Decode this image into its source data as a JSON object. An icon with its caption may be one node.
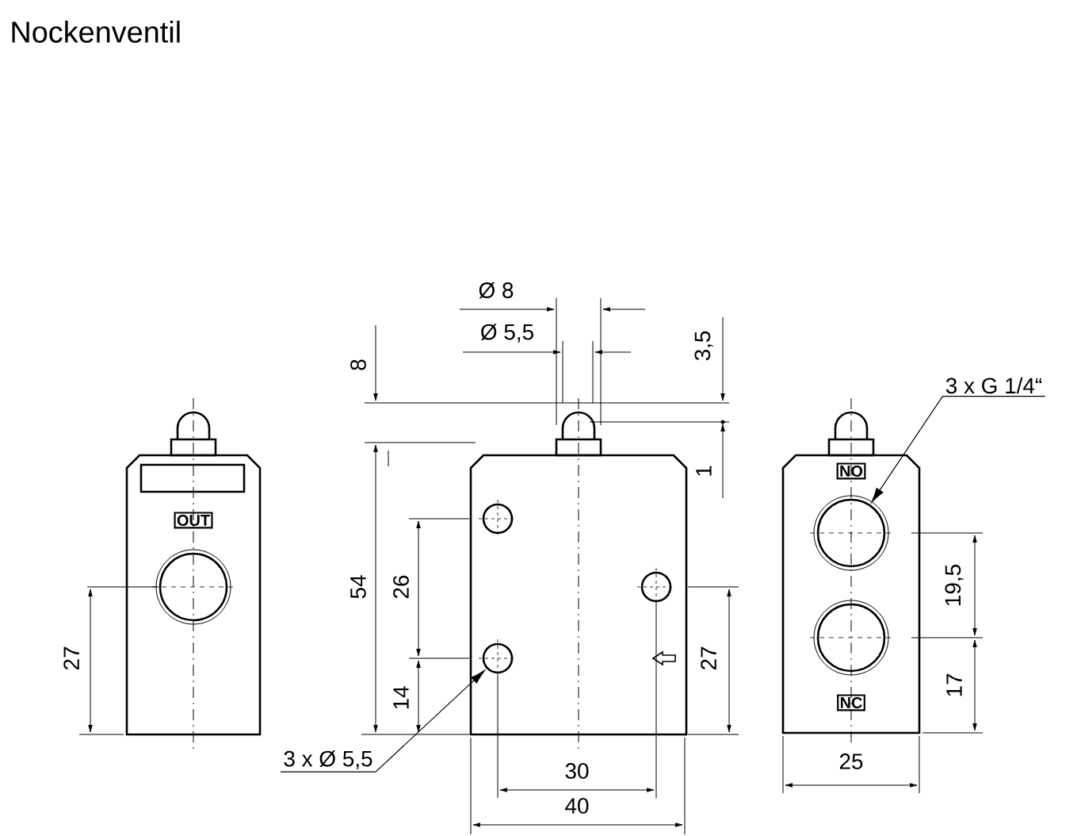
{
  "diagram": {
    "title": "Nockenventil",
    "nodes": [
      {
        "text": [
          "OUT"
        ]
      },
      {
        "text": [
          "NO"
        ]
      },
      {
        "text": [
          "NC"
        ]
      },
      {
        "text": [
          "3 x Ø 5,5"
        ]
      },
      {
        "text": [],
        "shape": "circle"
      },
      {
        "text": [
          "3 x G 1/4“"
        ]
      },
      {
        "text": [],
        "shape": "circle"
      }
    ],
    "edges": [
      {
        "from": 3,
        "to": 4,
        "arrow": "to"
      },
      {
        "from": 5,
        "to": 6,
        "arrow": "to"
      }
    ],
    "labels": [
      "Ø 8",
      "Ø 5,5",
      "3,5",
      "8",
      "1",
      "54",
      "26",
      "19,5",
      "27",
      "27",
      "14",
      "17",
      "30",
      "25",
      "40"
    ]
  }
}
